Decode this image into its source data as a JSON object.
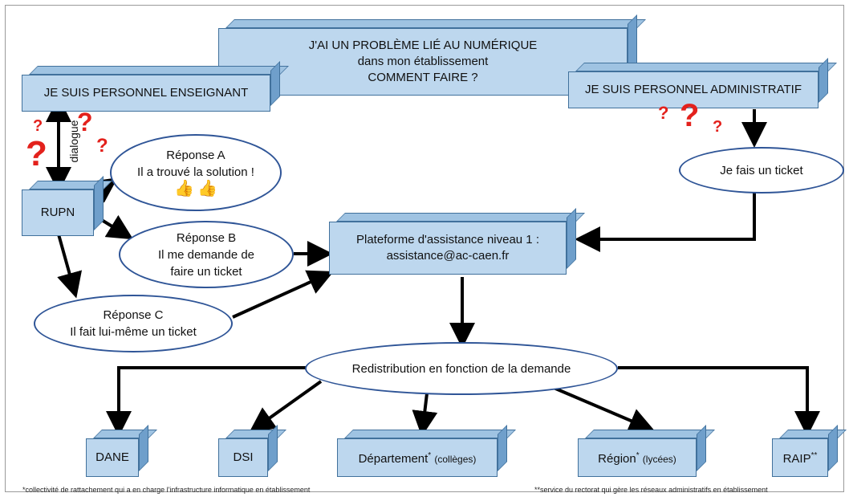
{
  "title": {
    "line1": "J'AI UN PROBLÈME LIÉ AU NUMÉRIQUE",
    "line2": "dans mon établissement",
    "line3": "COMMENT FAIRE ?"
  },
  "teacher": "JE SUIS PERSONNEL ENSEIGNANT",
  "admin": "JE SUIS PERSONNEL ADMINISTRATIF",
  "dialogue_label": "dialogue",
  "rupn": "RUPN",
  "question_mark": "?",
  "response_a": {
    "title": "Réponse A",
    "text": "Il a trouvé la solution !",
    "icon": "thumbs-up-icon"
  },
  "response_b": {
    "title": "Réponse B",
    "line1": "Il me demande de",
    "line2": "faire un ticket"
  },
  "response_c": {
    "title": "Réponse C",
    "text": "Il fait lui-même un ticket"
  },
  "ticket": "Je fais un ticket",
  "platform": {
    "line1": "Plateforme d'assistance niveau 1 :",
    "line2": "assistance@ac-caen.fr"
  },
  "redistribution": "Redistribution en fonction de la demande",
  "destinations": {
    "dane": "DANE",
    "dsi": "DSI",
    "departement": "Département",
    "departement_sup": "*",
    "departement_note": "(collèges)",
    "region": "Région",
    "region_sup": "*",
    "region_note": "(lycées)",
    "raip": "RAIP",
    "raip_sup": "**"
  },
  "footnotes": {
    "left": "*collectivité de rattachement qui a en charge l'infrastructure informatique en établissement",
    "right": "**service du rectorat qui gère les réseaux administratifs en établissement"
  },
  "colors": {
    "box_fill": "#bdd7ee",
    "box_border": "#41719c",
    "oval_border": "#2f5597",
    "question": "#e3211c",
    "arrow": "#000000"
  }
}
